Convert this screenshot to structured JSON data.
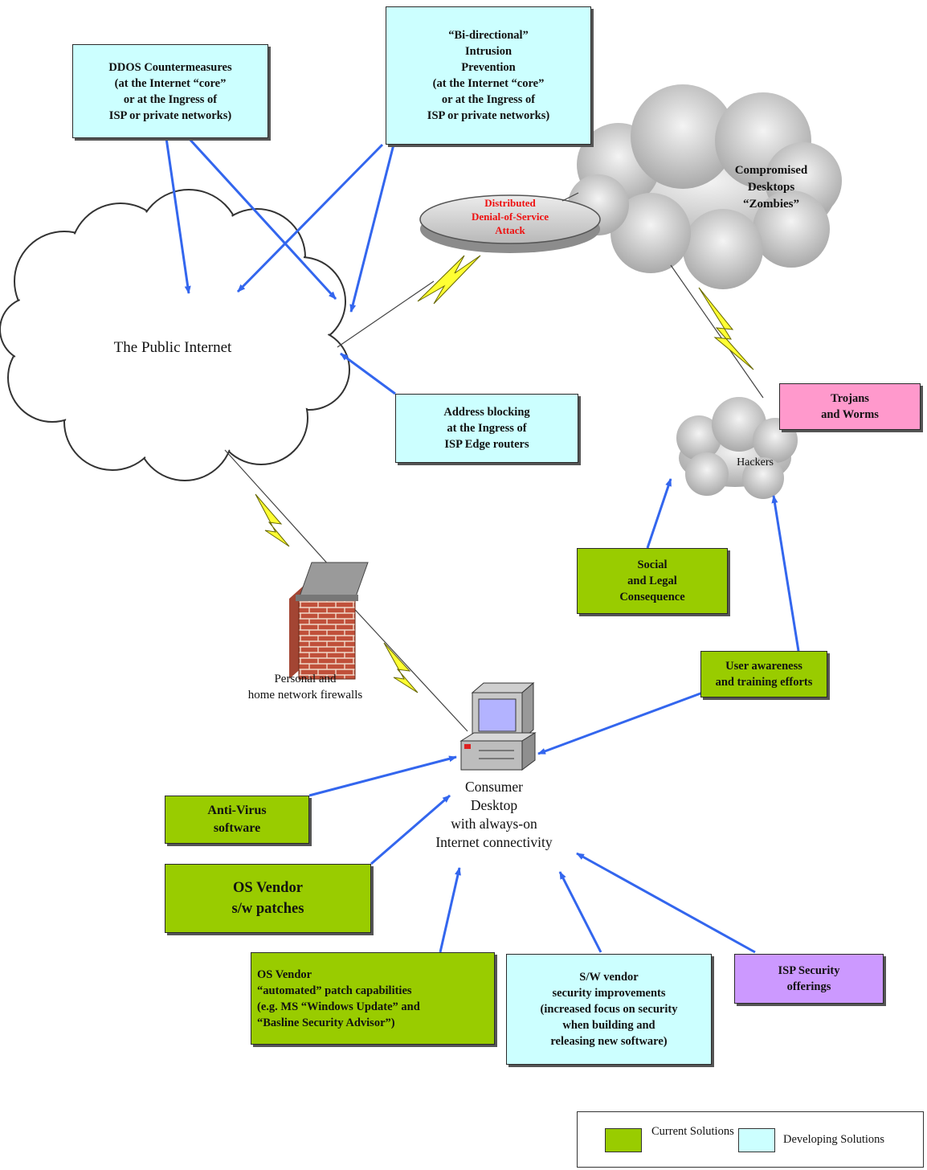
{
  "colors": {
    "current": "#99cc00",
    "developing": "#ccffff",
    "threat": "#ff99cc",
    "isp": "#cc99ff",
    "arrow": "#3366ee",
    "lightning": "#ffff33",
    "attack_text": "#ee1111"
  },
  "boxes": {
    "ddos": [
      "DDOS Countermeasures",
      "(at the Internet “core”",
      "or at the Ingress of",
      "ISP or private networks)"
    ],
    "bidirectional": [
      "“Bi-directional”",
      "Intrusion",
      "Prevention",
      "(at the Internet “core”",
      "or at the Ingress of",
      "ISP or private networks)"
    ],
    "address_blocking": [
      "Address blocking",
      "at the Ingress of",
      "ISP Edge routers"
    ],
    "trojans": [
      "Trojans",
      "and Worms"
    ],
    "social": [
      "Social",
      "and Legal",
      "Consequence"
    ],
    "user_awareness": [
      "User awareness",
      "and training efforts"
    ],
    "antivirus": [
      "Anti-Virus",
      "software"
    ],
    "os_patches": [
      "OS Vendor",
      "s/w patches"
    ],
    "os_automated": [
      "OS Vendor",
      "“automated” patch capabilities",
      "(e.g. MS “Windows Update” and",
      "“Basline Security Advisor”)"
    ],
    "sw_vendor": [
      "S/W vendor",
      "security improvements",
      "(increased focus on security",
      "when building and",
      "releasing new software)"
    ],
    "isp_security": [
      "ISP Security",
      "offerings"
    ]
  },
  "labels": {
    "internet": "The Public Internet",
    "zombies": [
      "Compromised",
      "Desktops",
      "“Zombies”"
    ],
    "ddos_attack": [
      "Distributed",
      "Denial-of-Service",
      "Attack"
    ],
    "hackers": "Hackers",
    "firewall": [
      "Personal and",
      "home network firewalls"
    ],
    "consumer": [
      "Consumer",
      "Desktop",
      "with always-on",
      "Internet connectivity"
    ]
  },
  "legend": {
    "current": [
      "Current",
      "Solutions"
    ],
    "developing": "Developing Solutions"
  }
}
